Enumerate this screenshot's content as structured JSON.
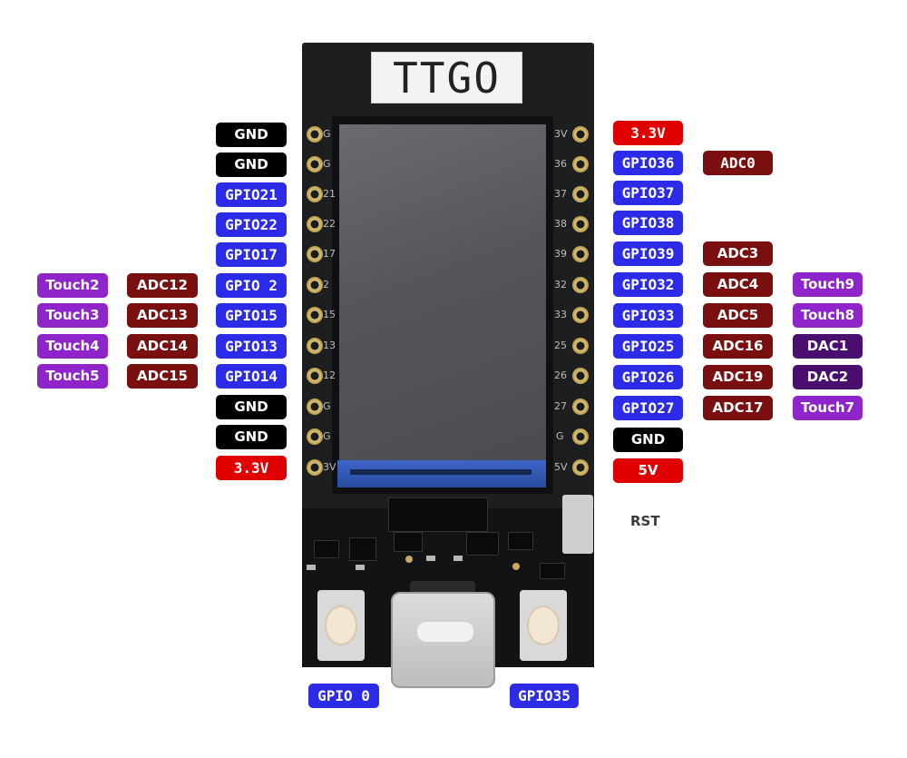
{
  "board": {
    "brand": "TTGO",
    "left_pin_labels": [
      "G",
      "G",
      "21",
      "22",
      "17",
      "2",
      "15",
      "13",
      "12",
      "G",
      "G",
      "3V"
    ],
    "right_pin_labels": [
      "3V",
      "36",
      "37",
      "38",
      "39",
      "32",
      "33",
      "25",
      "26",
      "27",
      "G",
      "5V"
    ]
  },
  "left_gpio": [
    "GND",
    "GND",
    "GPIO21",
    "GPIO22",
    "GPIO17",
    "GPIO 2",
    "GPIO15",
    "GPIO13",
    "GPIO14",
    "GND",
    "GND",
    "3.3V"
  ],
  "left_adc": [
    "ADC12",
    "ADC13",
    "ADC14",
    "ADC15"
  ],
  "left_touch": [
    "Touch2",
    "Touch3",
    "Touch4",
    "Touch5"
  ],
  "right_gpio": [
    "3.3V",
    "GPIO36",
    "GPIO37",
    "GPIO38",
    "GPIO39",
    "GPIO32",
    "GPIO33",
    "GPIO25",
    "GPIO26",
    "GPIO27",
    "GND",
    "5V"
  ],
  "right_adc": [
    "ADC0",
    "ADC3",
    "ADC4",
    "ADC5",
    "ADC16",
    "ADC19",
    "ADC17"
  ],
  "right_extra": [
    "Touch9",
    "Touch8",
    "DAC1",
    "DAC2",
    "Touch7"
  ],
  "rst_label": "RST",
  "bottom_buttons": [
    "GPIO 0",
    "GPIO35"
  ],
  "colors": {
    "gnd": "#000000",
    "power": "#e00000",
    "gpio": "#2b2be8",
    "adc": "#7a0f0f",
    "touch": "#8e24c9",
    "dac": "#4a0e6e"
  }
}
